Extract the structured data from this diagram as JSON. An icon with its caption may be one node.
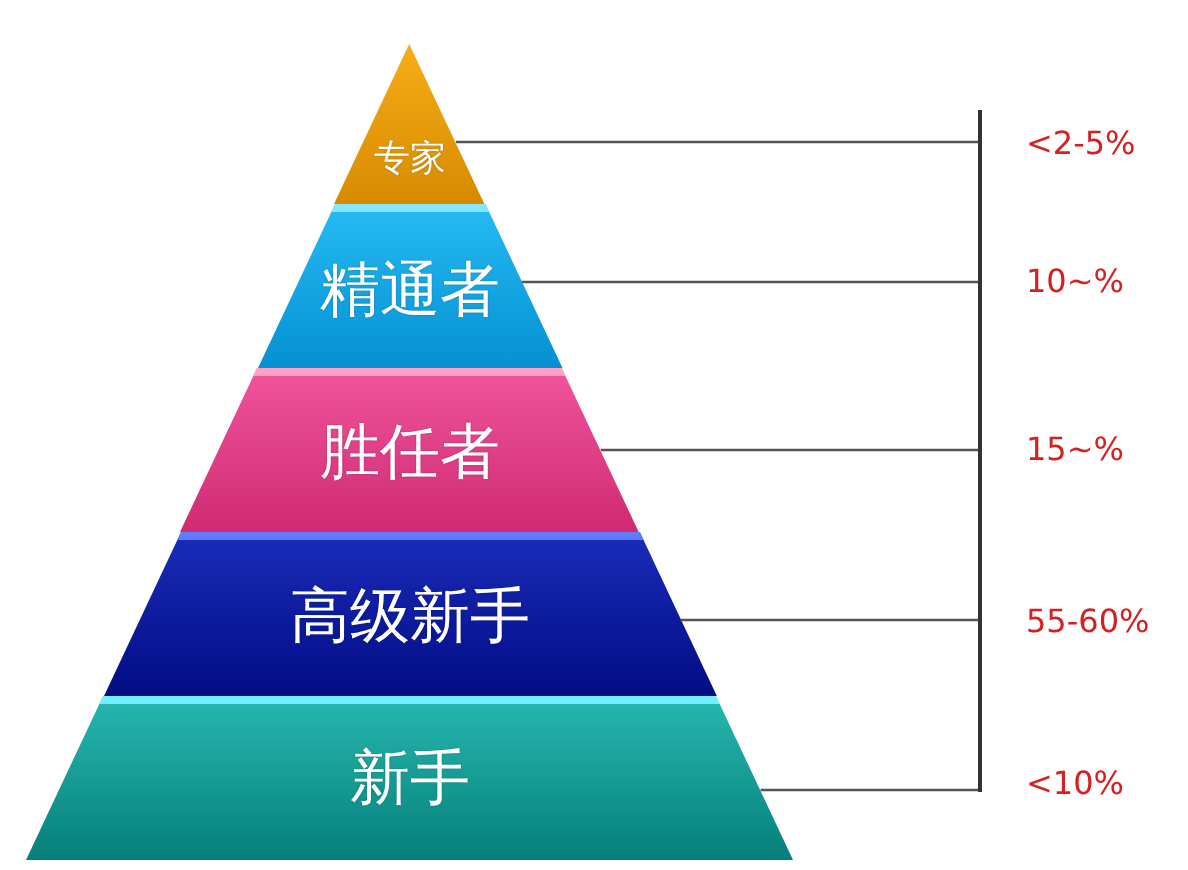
{
  "diagram": {
    "nodes": [
      {
        "text": [
          "专家"
        ]
      },
      {
        "text": [
          "精通者"
        ]
      },
      {
        "text": [
          "胜任者"
        ]
      },
      {
        "text": [
          "高级新手"
        ]
      },
      {
        "text": [
          "新手"
        ]
      },
      {
        "text": [],
        "shape": "bar"
      }
    ],
    "edges": [
      {
        "from": 0,
        "to": 5,
        "arrow": "none"
      },
      {
        "from": 1,
        "to": 5,
        "arrow": "none"
      },
      {
        "from": 2,
        "to": 5,
        "arrow": "none"
      },
      {
        "from": 3,
        "to": 5,
        "arrow": "none"
      },
      {
        "from": 4,
        "to": 5,
        "arrow": "none"
      }
    ],
    "labels": [
      "<2-5%",
      "10~%",
      "15~%",
      "55-60%",
      "<10%"
    ]
  }
}
